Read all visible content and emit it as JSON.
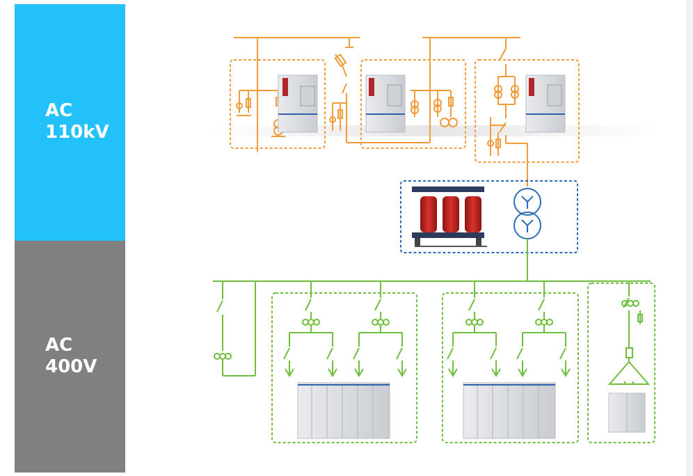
{
  "bands": {
    "hv": {
      "label": "AC\n110kV",
      "color": "#23c1f9"
    },
    "lv": {
      "label": "AC\n400V",
      "color": "#808080"
    }
  },
  "colors": {
    "hv_line": "#f29b38",
    "lv_line": "#6fbe3d",
    "transformer_frame": "#2b6cb8",
    "transformer_core": "#c8201e"
  },
  "icons": [
    "switchgear-cabinet",
    "transformer-symbol",
    "dry-type-transformer",
    "low-voltage-switchboard",
    "capacitor-bank"
  ]
}
